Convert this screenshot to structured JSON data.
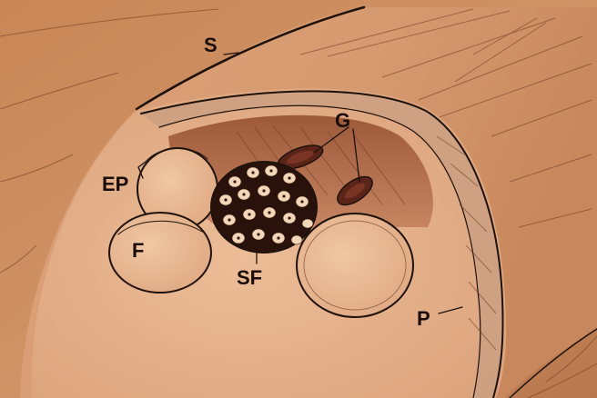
{
  "figure": {
    "labels": {
      "s": "S",
      "g": "G",
      "ep": "EP",
      "f": "F",
      "sf": "SF",
      "p": "P"
    },
    "colors": {
      "background_wood": "#c98a5e",
      "tissue_light": "#e8b690",
      "tissue_mid": "#d59c72",
      "tissue_dark": "#8e4f33",
      "ink": "#1e120b",
      "fascicle_dark": "#2a120c",
      "fiber_light": "#f3dcc0"
    }
  }
}
